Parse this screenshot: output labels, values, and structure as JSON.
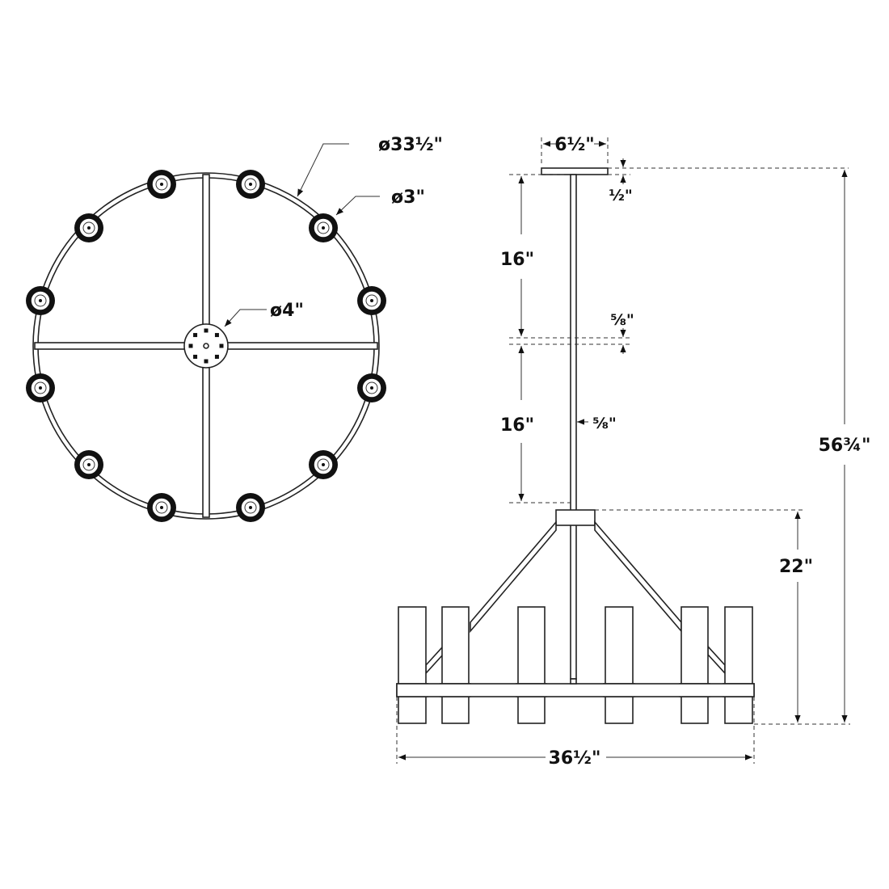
{
  "top_view": {
    "overall_diameter": "ø33½\"",
    "socket_diameter": "ø3\"",
    "hub_diameter": "ø4\"",
    "socket_count": 12
  },
  "side_view": {
    "canopy_width": "6½\"",
    "canopy_height": "½\"",
    "stem_upper_length": "16\"",
    "stem_joint": "⅝\"",
    "stem_lower_length": "16\"",
    "stem_diameter": "⅝\"",
    "overall_height": "56¾\"",
    "body_height": "22\"",
    "body_width": "36½\"",
    "candle_count": 6
  },
  "colors": {
    "line": "#222222",
    "background": "#ffffff"
  }
}
